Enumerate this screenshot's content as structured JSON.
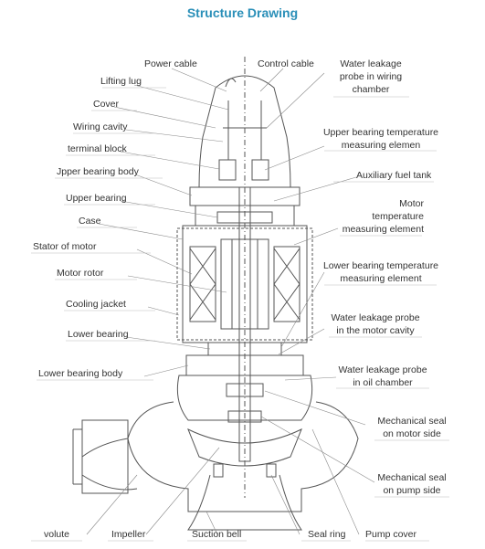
{
  "title": "Structure Drawing",
  "colors": {
    "title": "#2a8fb8",
    "label": "#333333",
    "line": "#555555",
    "underline": "#bbbbbb"
  },
  "labels_left": {
    "lifting_lug": "Lifting lug",
    "cover": "Cover",
    "wiring_cavity": "Wiring cavity",
    "terminal_block": "terminal block",
    "upper_bearing_body": "Jpper bearing body",
    "upper_bearing": "Upper bearing",
    "case": "Case",
    "stator": "Stator of motor",
    "rotor": "Motor rotor",
    "cooling_jacket": "Cooling jacket",
    "lower_bearing": "Lower bearing",
    "lower_bearing_body": "Lower bearing body"
  },
  "labels_top": {
    "power_cable": "Power cable",
    "control_cable": "Control cable"
  },
  "labels_right": {
    "leak_wiring_1": "Water leakage",
    "leak_wiring_2": "probe in wiring",
    "leak_wiring_3": "chamber",
    "upper_temp_1": "Upper bearing temperature",
    "upper_temp_2": "measuring elemen",
    "aux_tank": "Auxiliary fuel tank",
    "motor_temp_1": "Motor",
    "motor_temp_2": "temperature",
    "motor_temp_3": "measuring element",
    "lower_temp_1": "Lower bearing temperature",
    "lower_temp_2": "measuring element",
    "leak_motor_1": "Water leakage probe",
    "leak_motor_2": "in the motor cavity",
    "leak_oil_1": "Water leakage probe",
    "leak_oil_2": "in oil chamber",
    "seal_motor_1": "Mechanical seal",
    "seal_motor_2": "on motor side",
    "seal_pump_1": "Mechanical seal",
    "seal_pump_2": "on pump side"
  },
  "labels_bottom": {
    "volute": "volute",
    "impeller": "Impeller",
    "suction_bell": "Suction bell",
    "seal_ring": "Seal ring",
    "pump_cover": "Pump cover"
  }
}
